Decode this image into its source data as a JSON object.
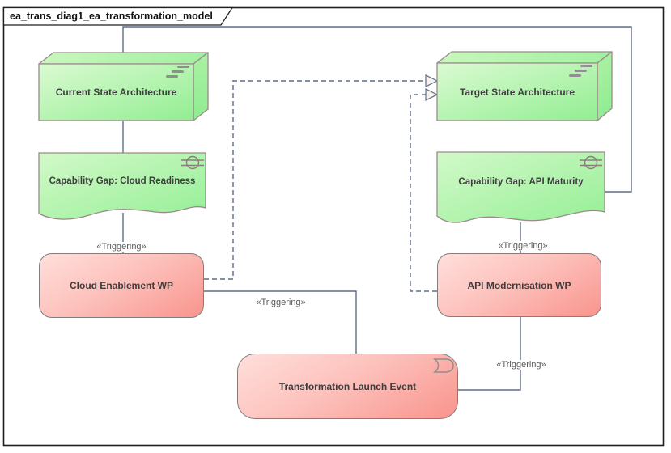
{
  "diagram": {
    "title": "ea_trans_diag1_ea_transformation_model",
    "tool_style": "Enterprise Architect ArchiMate diagram frame"
  },
  "nodes": {
    "currentState": {
      "label": "Current State Architecture",
      "type": "plateau",
      "icon": "plateau-icon"
    },
    "targetState": {
      "label": "Target State Architecture",
      "type": "plateau",
      "icon": "plateau-icon"
    },
    "gapCloud": {
      "label": "Capability Gap: Cloud Readiness",
      "type": "gap",
      "icon": "gap-icon"
    },
    "gapApi": {
      "label": "Capability Gap: API Maturity",
      "type": "gap",
      "icon": "gap-icon"
    },
    "wpCloud": {
      "label": "Cloud Enablement WP",
      "type": "work-package"
    },
    "wpApi": {
      "label": "API Modernisation WP",
      "type": "work-package"
    },
    "launchEvent": {
      "label": "Transformation Launch Event",
      "type": "implementation-event",
      "icon": "event-icon"
    }
  },
  "connectors": {
    "triggering_labels": [
      "«Triggering»",
      "«Triggering»",
      "«Triggering»",
      "«Triggering»"
    ],
    "list": [
      {
        "from": "currentState",
        "to": "gapApi",
        "style": "solid",
        "route": "around-top-right"
      },
      {
        "from": "currentState",
        "to": "gapCloud",
        "style": "solid"
      },
      {
        "from": "gapCloud",
        "to": "wpCloud",
        "style": "solid",
        "stereotype": "«Triggering»"
      },
      {
        "from": "gapApi",
        "to": "wpApi",
        "style": "solid",
        "stereotype": "«Triggering»"
      },
      {
        "from": "wpCloud",
        "to": "targetState",
        "style": "dashed-realization"
      },
      {
        "from": "wpApi",
        "to": "targetState",
        "style": "dashed-realization"
      },
      {
        "from": "launchEvent",
        "to": "wpCloud",
        "style": "solid",
        "stereotype": "«Triggering»"
      },
      {
        "from": "launchEvent",
        "to": "wpApi",
        "style": "solid",
        "stereotype": "«Triggering»"
      }
    ]
  },
  "colors": {
    "green_light": "#d9fad0",
    "green_dark": "#93ee93",
    "green_border": "#9a8a8a",
    "pink_light": "#ffdfdb",
    "pink_dark": "#f9948d",
    "pink_border": "#7f7f7f",
    "connector": "#5d6d85",
    "arrowhead_fill": "#f9f1ee",
    "frame_border": "#1f1f1f",
    "node_text": "#3e3e3e",
    "label_text": "#5a5a5a"
  }
}
